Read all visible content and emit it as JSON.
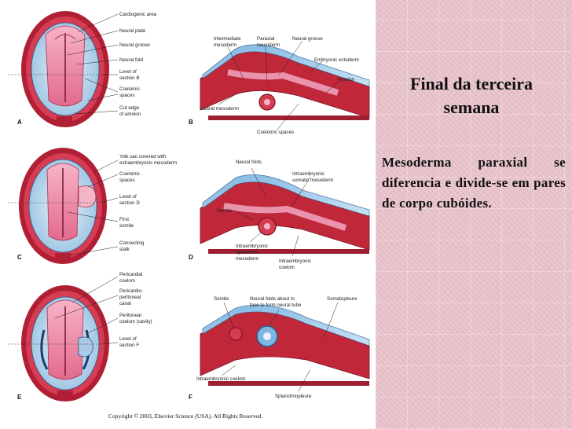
{
  "slide": {
    "title": "Final da terceira semana",
    "body": "Mesoderma paraxial se diferencia e divide-se em pares de corpo cubóides."
  },
  "figure": {
    "copyright": "Copyright © 2003, Elsevier Science (USA). All Rights Reserved.",
    "panels": {
      "A": {
        "letter": "A",
        "labels": [
          "Cardiogenic area",
          "Neural plate",
          "Neural groove",
          "Neural fold",
          "Level of",
          "section B",
          "Coelomic",
          "spaces",
          "Cut edge",
          "of amnion"
        ]
      },
      "B": {
        "letter": "B",
        "labels": [
          "Intermediate",
          "mesoderm",
          "Paraxial",
          "mesoderm",
          "Neural groove",
          "Embryonic ectoderm",
          "Amnion",
          "Lateral mesoderm",
          "Coelomic spaces"
        ]
      },
      "C": {
        "letter": "C",
        "labels": [
          "Yolk sac covered with",
          "extraembryonic mesoderm",
          "Coelomic",
          "spaces",
          "Level of",
          "section D",
          "First",
          "somite",
          "Connecting",
          "stalk"
        ]
      },
      "D": {
        "letter": "D",
        "labels": [
          "Neural folds",
          "Intraembryonic",
          "somatic mesoderm",
          "Somite",
          "Intraembryonic",
          "splanchnic",
          "mesoderm",
          "Intraembryonic",
          "coelom"
        ]
      },
      "E": {
        "letter": "E",
        "labels": [
          "Pericardial",
          "coelom",
          "Pericardio-",
          "peritoneal",
          "canal",
          "Peritoneal",
          "coelom (cavity)",
          "Level of",
          "section F"
        ]
      },
      "F": {
        "letter": "F",
        "labels": [
          "Somite",
          "Neural folds about to",
          "fuse to form neural tube",
          "Somatopleure",
          "Intraembryonic coelom",
          "Splanchnopleure"
        ]
      }
    }
  },
  "colors": {
    "panel_background": "#e8c4cc",
    "embryo_red": "#c0283a",
    "embryo_pink": "#f08aa8",
    "amnion_blue": "#bcd8ee",
    "text": "#111111"
  }
}
